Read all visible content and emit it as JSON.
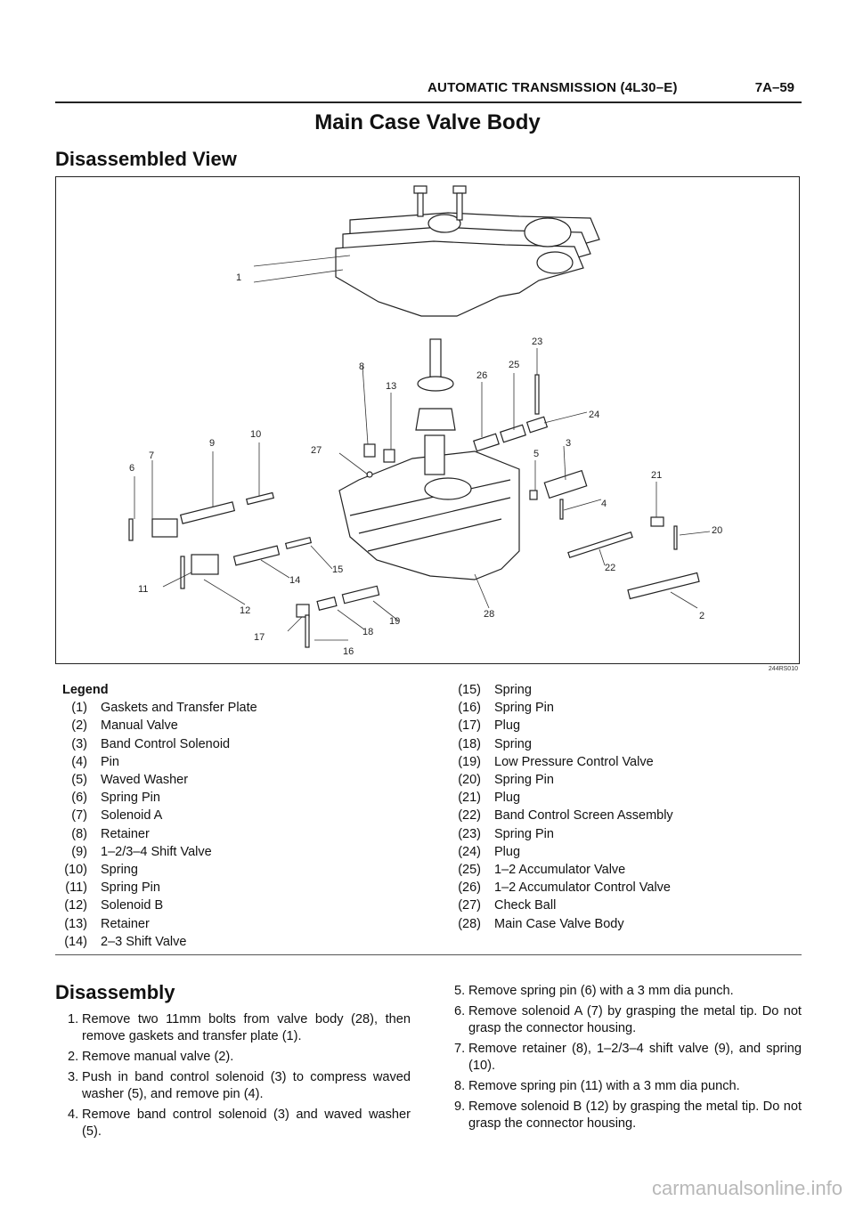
{
  "header": {
    "section": "AUTOMATIC TRANSMISSION (4L30–E)",
    "page": "7A–59"
  },
  "title": "Main Case Valve Body",
  "subtitle": "Disassembled View",
  "figure": {
    "code": "244RS010",
    "callouts": [
      "1",
      "2",
      "3",
      "4",
      "5",
      "6",
      "7",
      "8",
      "9",
      "10",
      "11",
      "12",
      "13",
      "14",
      "15",
      "16",
      "17",
      "18",
      "19",
      "20",
      "21",
      "22",
      "23",
      "24",
      "25",
      "26",
      "27",
      "28"
    ]
  },
  "legend": {
    "heading": "Legend",
    "left": [
      {
        "n": "(1)",
        "label": "Gaskets and Transfer Plate"
      },
      {
        "n": "(2)",
        "label": "Manual Valve"
      },
      {
        "n": "(3)",
        "label": "Band Control Solenoid"
      },
      {
        "n": "(4)",
        "label": "Pin"
      },
      {
        "n": "(5)",
        "label": "Waved Washer"
      },
      {
        "n": "(6)",
        "label": "Spring Pin"
      },
      {
        "n": "(7)",
        "label": "Solenoid A"
      },
      {
        "n": "(8)",
        "label": "Retainer"
      },
      {
        "n": "(9)",
        "label": "1–2/3–4 Shift Valve"
      },
      {
        "n": "(10)",
        "label": "Spring"
      },
      {
        "n": "(11)",
        "label": "Spring Pin"
      },
      {
        "n": "(12)",
        "label": "Solenoid B"
      },
      {
        "n": "(13)",
        "label": "Retainer"
      },
      {
        "n": "(14)",
        "label": "2–3 Shift Valve"
      }
    ],
    "right": [
      {
        "n": "(15)",
        "label": "Spring"
      },
      {
        "n": "(16)",
        "label": "Spring Pin"
      },
      {
        "n": "(17)",
        "label": "Plug"
      },
      {
        "n": "(18)",
        "label": "Spring"
      },
      {
        "n": "(19)",
        "label": "Low Pressure Control Valve"
      },
      {
        "n": "(20)",
        "label": "Spring Pin"
      },
      {
        "n": "(21)",
        "label": "Plug"
      },
      {
        "n": "(22)",
        "label": "Band Control Screen Assembly"
      },
      {
        "n": "(23)",
        "label": "Spring Pin"
      },
      {
        "n": "(24)",
        "label": "Plug"
      },
      {
        "n": "(25)",
        "label": "1–2 Accumulator Valve"
      },
      {
        "n": "(26)",
        "label": "1–2 Accumulator Control Valve"
      },
      {
        "n": "(27)",
        "label": "Check Ball"
      },
      {
        "n": "(28)",
        "label": "Main Case Valve Body"
      }
    ]
  },
  "disassembly": {
    "heading": "Disassembly",
    "left": [
      {
        "n": "1.",
        "text": "Remove two 11mm bolts from valve body (28), then remove gaskets and transfer plate (1)."
      },
      {
        "n": "2.",
        "text": "Remove manual valve (2)."
      },
      {
        "n": "3.",
        "text": "Push in band control solenoid (3) to compress waved washer (5), and remove pin (4)."
      },
      {
        "n": "4.",
        "text": "Remove band control solenoid (3) and waved washer (5)."
      }
    ],
    "right": [
      {
        "n": "5.",
        "text": "Remove spring pin (6) with a 3 mm dia punch."
      },
      {
        "n": "6.",
        "text": "Remove solenoid A (7) by grasping the metal tip. Do not grasp the connector housing."
      },
      {
        "n": "7.",
        "text": "Remove retainer (8), 1–2/3–4 shift valve (9), and spring (10)."
      },
      {
        "n": "8.",
        "text": "Remove spring pin (11) with a 3 mm dia punch."
      },
      {
        "n": "9.",
        "text": "Remove solenoid B (12) by grasping the metal tip. Do not grasp the connector housing."
      }
    ]
  },
  "watermark": "carmanualsonline.info"
}
